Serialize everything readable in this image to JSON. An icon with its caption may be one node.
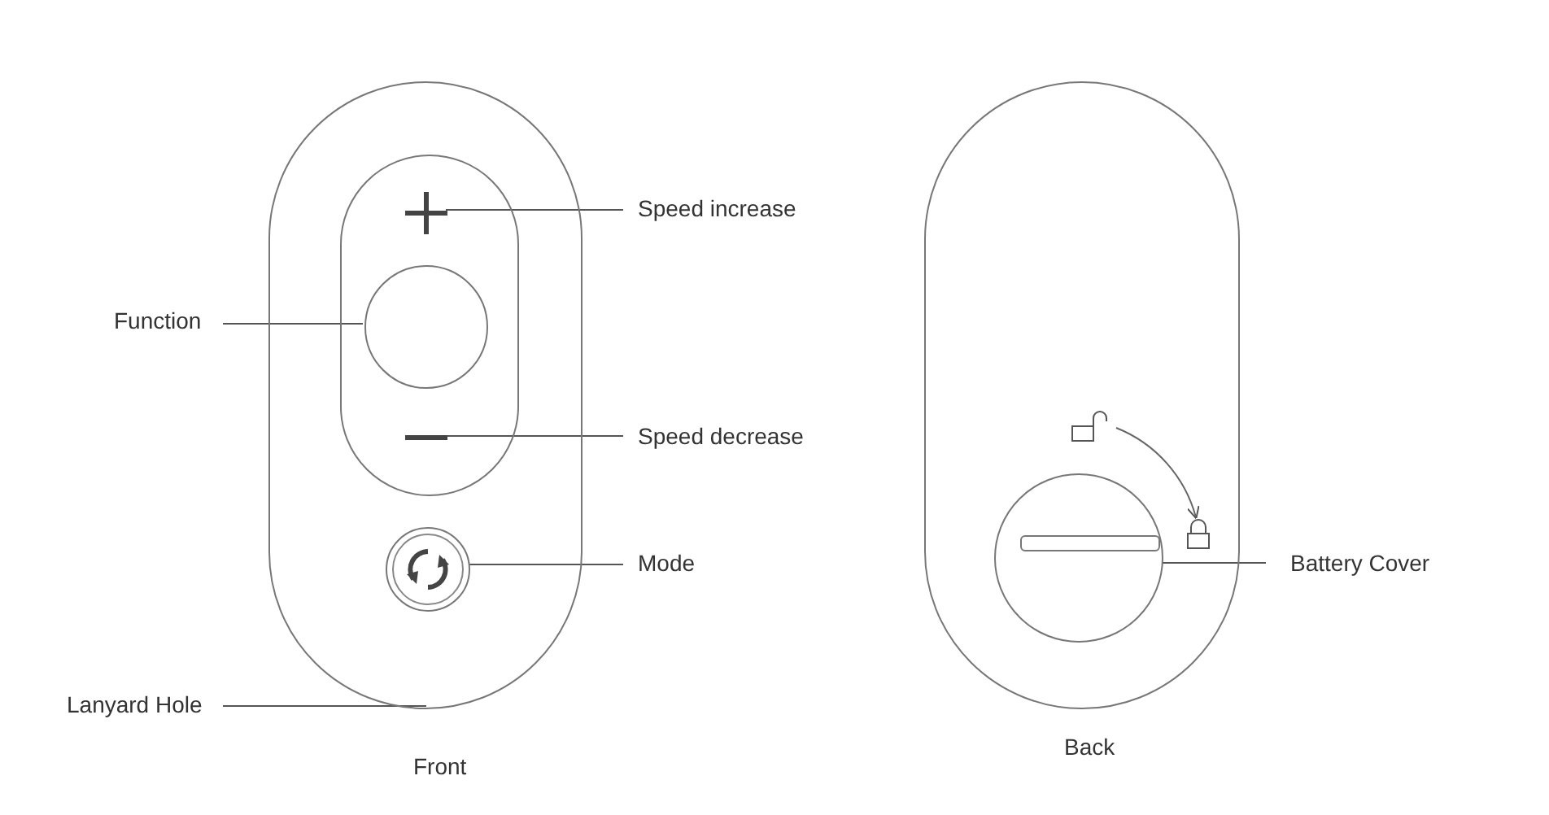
{
  "diagram": {
    "nodes": [
      {
        "text": [],
        "shape": "pill"
      },
      {
        "text": [
          "Speed increase"
        ]
      },
      {
        "text": [],
        "shape": "cross",
        "in": 0
      },
      {
        "text": [
          "Function"
        ]
      },
      {
        "text": [],
        "shape": "circle",
        "in": 0
      },
      {
        "text": [
          "Speed decrease"
        ]
      },
      {
        "text": [],
        "shape": "bar",
        "in": 0
      },
      {
        "text": [
          "Mode"
        ]
      },
      {
        "text": [],
        "shape": "circle",
        "in": 0
      },
      {
        "text": [
          "Lanyard Hole"
        ]
      },
      {
        "text": [],
        "shape": "pill"
      },
      {
        "text": [
          "Battery Cover"
        ]
      },
      {
        "text": [],
        "shape": "circle",
        "in": 10
      }
    ],
    "edges": [
      {
        "from": 1,
        "to": 2,
        "arrow": "none"
      },
      {
        "from": 3,
        "to": 4,
        "arrow": "none"
      },
      {
        "from": 5,
        "to": 6,
        "arrow": "none"
      },
      {
        "from": 7,
        "to": 8,
        "arrow": "none"
      },
      {
        "from": 9,
        "to": 0,
        "arrow": "none"
      },
      {
        "from": 11,
        "to": 12,
        "arrow": "none"
      }
    ],
    "labels": [
      "Front",
      "Back"
    ]
  }
}
